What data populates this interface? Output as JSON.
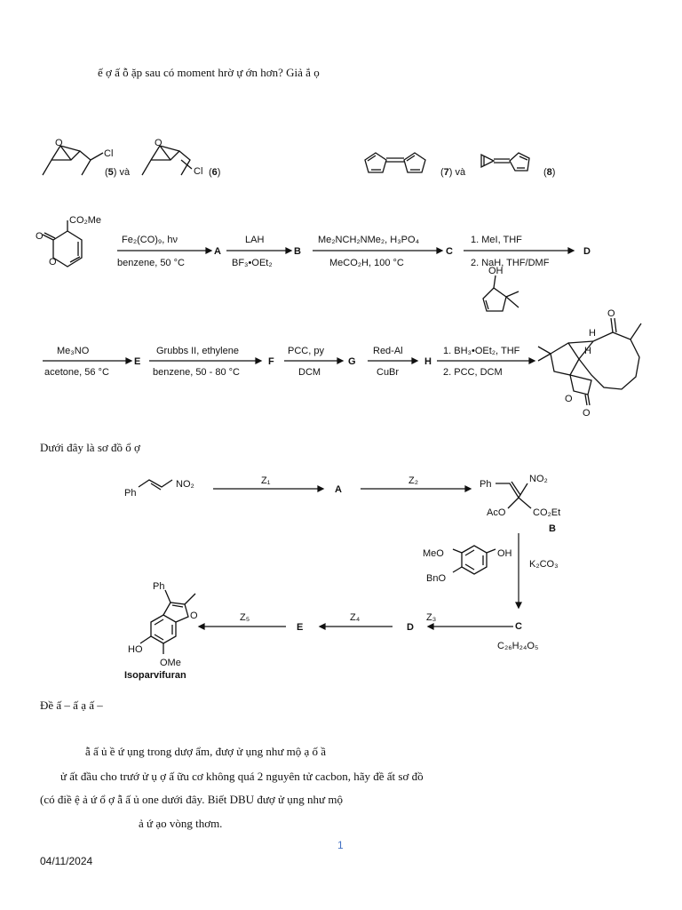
{
  "q_top": {
    "line": "ế   ợ     ấ                    ỗ   ặp sau có moment hrờ    ự    ớn hơn? Giả              ắ    ọ"
  },
  "pair1": {
    "label5": "5",
    "and1": "và",
    "label6": "6",
    "cl": "Cl",
    "o": "O"
  },
  "pair2": {
    "label7": "7",
    "and2": "và",
    "label8": "8"
  },
  "scheme1": {
    "ester": "CO₂Me",
    "step1_top": "Fe₂(CO)₉, hν",
    "step1_bot": "benzene, 50 °C",
    "p1": "A",
    "step2_top": "LAH",
    "step2_bot": "BF₃•OEt₂",
    "p2": "B",
    "step3_top": "Me₂NCH₂NMe₂, H₃PO₄",
    "step3_bot": "MeCO₂H, 100 °C",
    "p3": "C",
    "step4_top": "1. MeI, THF",
    "step4_bot": "2. NaH, THF/DMF",
    "p4": "D",
    "oh": "OH",
    "step5_top": "Me₃NO",
    "step5_bot": "acetone, 56 °C",
    "p5": "E",
    "step6_top": "Grubbs II, ethylene",
    "step6_bot": "benzene, 50 - 80 °C",
    "p6": "F",
    "step7_top": "PCC, py",
    "step7_bot": "DCM",
    "p7": "G",
    "step8_top": "Red-Al",
    "step8_bot": "CuBr",
    "p8": "H",
    "step9_top": "1. BH₃•OEt₂, THF",
    "step9_bot": "2. PCC, DCM",
    "h": "H"
  },
  "intro2": "Dưới đây là sơ đồ   ổ      ợ",
  "scheme2": {
    "ph": "Ph",
    "no2": "NO₂",
    "z1": "Z₁",
    "a": "A",
    "z2": "Z₂",
    "b": "B",
    "aco": "AcO",
    "co2et": "CO₂Et",
    "meo": "MeO",
    "oh": "OH",
    "bno": "BnO",
    "k2co3": "K₂CO₃",
    "c": "C",
    "c_formula": "C₂₆H₂₄O₅",
    "z3": "Z₃",
    "d": "D",
    "z4": "Z₄",
    "e": "E",
    "z5": "Z₅",
    "ho": "HO",
    "ome": "OMe",
    "o": "O",
    "name": "Isoparvifuran"
  },
  "q_mid": "Đề     ấ                           –            ấ   ạ               ấ         –",
  "para": {
    "l1": "ẫ     ấ     ủ                              ề   ứ     ụng trong dượ     ẩm, đượ    ử  ụng như mộ     ạ         ố       ầ",
    "l2": "ử    ất đầu cho trướ    ử  ụ                             ợ       ấ    ữu cơ không quá 2 nguyên tử cacbon, hãy đề     ất sơ đồ",
    "l3": "(có điề      ệ     ả   ứ       ổ     ợ     ẫ      ấ     ủ                 one dưới đây. Biết DBU đượ    ử  ụng như mộ",
    "l4": "ả   ứ     ạo vòng thơm."
  },
  "footer": {
    "page": "1",
    "date": "04/11/2024"
  }
}
